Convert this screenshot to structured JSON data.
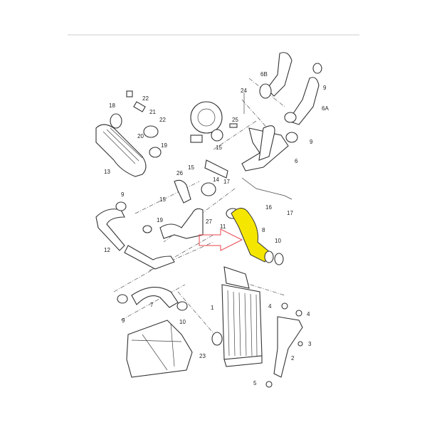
{
  "diagram": {
    "highlight_color": "#f5e600",
    "arrow_color": "#e8434b",
    "highlighted_part": "8",
    "callouts": [
      "22",
      "21",
      "22",
      "18",
      "20",
      "19",
      "13",
      "26",
      "15",
      "25",
      "24",
      "6B",
      "9",
      "6A",
      "9",
      "15",
      "15",
      "14",
      "17",
      "6",
      "16",
      "17",
      "9",
      "12",
      "19",
      "27",
      "11",
      "8",
      "10",
      "7",
      "9",
      "10",
      "1",
      "4",
      "4",
      "3",
      "2",
      "23",
      "5"
    ]
  }
}
